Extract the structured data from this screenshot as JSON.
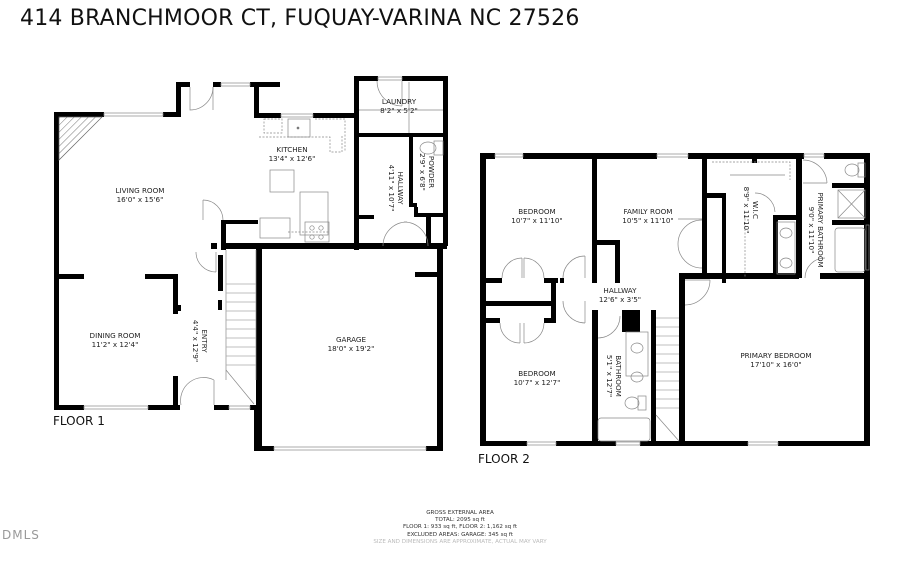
{
  "header": {
    "title": "414 BRANCHMOOR CT, FUQUAY-VARINA NC 27526"
  },
  "floors": [
    {
      "label": "FLOOR 1",
      "rooms": [
        {
          "name": "LIVING ROOM",
          "dims": "16'0\" x 15'6\""
        },
        {
          "name": "KITCHEN",
          "dims": "13'4\" x 12'6\""
        },
        {
          "name": "LAUNDRY",
          "dims": "8'2\" x 5'2\""
        },
        {
          "name": "POWDER",
          "dims": "2'9\" x 6'8\""
        },
        {
          "name": "HALLWAY",
          "dims": "4'11\" x 10'7\""
        },
        {
          "name": "DINING ROOM",
          "dims": "11'2\" x 12'4\""
        },
        {
          "name": "ENTRY",
          "dims": "4'4\" x 12'9\""
        },
        {
          "name": "GARAGE",
          "dims": "18'0\" x 19'2\""
        }
      ]
    },
    {
      "label": "FLOOR 2",
      "rooms": [
        {
          "name": "BEDROOM",
          "dims": "10'7\" x 11'10\""
        },
        {
          "name": "FAMILY ROOM",
          "dims": "10'5\" x 11'10\""
        },
        {
          "name": "W.I.C",
          "dims": "8'9\" x 11'10\""
        },
        {
          "name": "PRIMARY BATHROOM",
          "dims": "9'0\" x 11'10\""
        },
        {
          "name": "HALLWAY",
          "dims": "12'6\" x 3'5\""
        },
        {
          "name": "BEDROOM",
          "dims": "10'7\" x 12'7\""
        },
        {
          "name": "BATHROOM",
          "dims": "5'1\" x 12'7\""
        },
        {
          "name": "PRIMARY BEDROOM",
          "dims": "17'10\" x 16'0\""
        }
      ]
    }
  ],
  "footer": {
    "heading": "GROSS EXTERNAL AREA",
    "total": "TOTAL:  2095  sq ft",
    "floors": "FLOOR 1: 933  sq ft, FLOOR 2:  1,162  sq ft",
    "excluded": "EXCLUDED AREAS: GARAGE: 345 sq ft",
    "note": "SIZE AND DIMENSIONS ARE APPROXIMATE, ACTUAL MAY VARY"
  },
  "watermark": "DMLS",
  "colors": {
    "wall": "#000000",
    "fixture": "#888888",
    "text": "#222222",
    "background": "#ffffff"
  }
}
